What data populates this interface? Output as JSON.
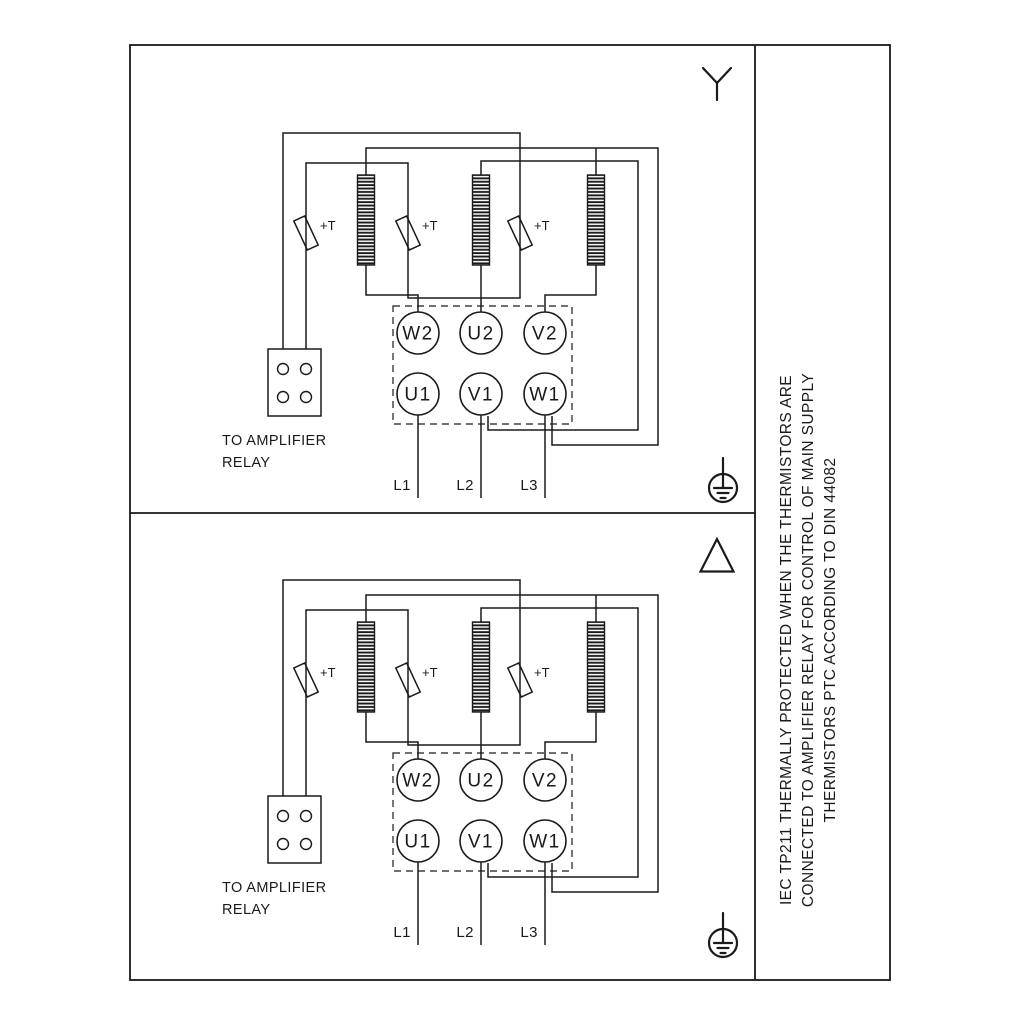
{
  "side_note": {
    "line1": "IEC TP211 THERMALLY PROTECTED WHEN THE THERMISTORS ARE",
    "line2": "CONNECTED TO AMPLIFIER RELAY FOR CONTROL OF MAIN SUPPLY",
    "line3": "THERMISTORS PTC ACCORDING TO DIN 44082"
  },
  "panel_star": {
    "symbol": "star-connection-icon",
    "relay_line1": "TO AMPLIFIER",
    "relay_line2": "RELAY",
    "thermistor1": "+T",
    "thermistor2": "+T",
    "thermistor3": "+T",
    "terminal_w2": "W2",
    "terminal_u2": "U2",
    "terminal_v2": "V2",
    "terminal_u1": "U1",
    "terminal_v1": "V1",
    "terminal_w1": "W1",
    "supply_l1": "L1",
    "supply_l2": "L2",
    "supply_l3": "L3"
  },
  "panel_delta": {
    "symbol": "delta-connection-icon",
    "relay_line1": "TO AMPLIFIER",
    "relay_line2": "RELAY",
    "thermistor1": "+T",
    "thermistor2": "+T",
    "thermistor3": "+T",
    "terminal_w2": "W2",
    "terminal_u2": "U2",
    "terminal_v2": "V2",
    "terminal_u1": "U1",
    "terminal_v1": "V1",
    "terminal_w1": "W1",
    "supply_l1": "L1",
    "supply_l2": "L2",
    "supply_l3": "L3"
  },
  "colors": {
    "line": "#1a1a1a",
    "background": "#ffffff"
  }
}
